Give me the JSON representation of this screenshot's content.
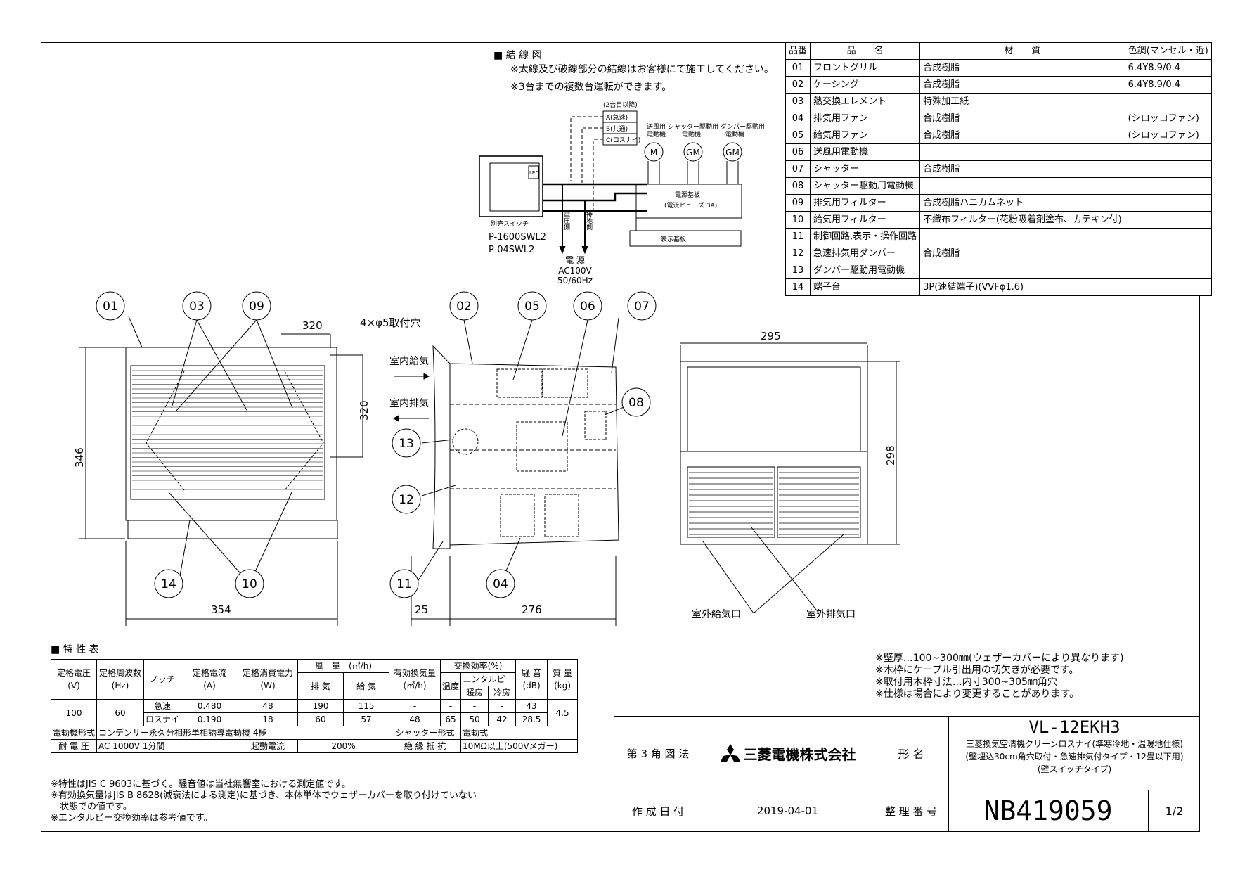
{
  "wiring": {
    "heading": "■ 結 線 図",
    "note1": "※太線及び破線部分の結線はお客様にて施工してください。",
    "note2": "※3台までの複数台運転ができます。",
    "second_unit": "(2台目以降)",
    "term_a": "A(急速)",
    "term_b": "B(共通)",
    "term_c": "C(ロスナイ)",
    "motor_label1": "送風用",
    "motor_label1b": "電動機",
    "motor_label2": "シャッター駆動用",
    "motor_label2b": "電動機",
    "motor_label3": "ダンパー駆動用",
    "motor_label3b": "電動機",
    "m": "M",
    "gm": "GM",
    "board": "電源基板",
    "fuse": "(電流ヒューズ 3A)",
    "display_board": "表示基板",
    "switch": "別売スイッチ",
    "led": "LED",
    "model1": "P-1600SWL2",
    "model2": "P-04SWL2",
    "pressure_side": "電圧側",
    "ground_side": "接地側",
    "power": "電 源",
    "ac": "AC100V",
    "hz": "50/60Hz"
  },
  "parts": {
    "headers": [
      "品番",
      "品　　名",
      "材　　質",
      "色調(マンセル・近)"
    ],
    "rows": [
      [
        "01",
        "フロントグリル",
        "合成樹脂",
        "6.4Y8.9/0.4"
      ],
      [
        "02",
        "ケーシング",
        "合成樹脂",
        "6.4Y8.9/0.4"
      ],
      [
        "03",
        "熱交換エレメント",
        "特殊加工紙",
        ""
      ],
      [
        "04",
        "排気用ファン",
        "合成樹脂",
        "(シロッコファン)"
      ],
      [
        "05",
        "給気用ファン",
        "合成樹脂",
        "(シロッコファン)"
      ],
      [
        "06",
        "送風用電動機",
        "",
        ""
      ],
      [
        "07",
        "シャッター",
        "合成樹脂",
        ""
      ],
      [
        "08",
        "シャッター駆動用電動機",
        "",
        ""
      ],
      [
        "09",
        "排気用フィルター",
        "合成樹脂ハニカムネット",
        ""
      ],
      [
        "10",
        "給気用フィルター",
        "不織布フィルター(花粉吸着剤塗布、カテキン付)",
        ""
      ],
      [
        "11",
        "制御回路,表示・操作回路",
        "",
        ""
      ],
      [
        "12",
        "急速排気用ダンパー",
        "合成樹脂",
        ""
      ],
      [
        "13",
        "ダンパー駆動用電動機",
        "",
        ""
      ],
      [
        "14",
        "端子台",
        "3P(速結端子)(VVFφ1.6)",
        ""
      ]
    ]
  },
  "drawing": {
    "callouts": [
      "01",
      "03",
      "09",
      "02",
      "05",
      "06",
      "07",
      "08",
      "13",
      "12",
      "11",
      "04",
      "14",
      "10"
    ],
    "dim_320h": "320",
    "mount_holes": "4×φ5取付穴",
    "dim_320v": "320",
    "dim_346": "346",
    "dim_354": "354",
    "dim_25": "25",
    "dim_276": "276",
    "dim_295": "295",
    "dim_298": "298",
    "indoor_supply": "室内給気",
    "indoor_exhaust": "室内排気",
    "outdoor_supply": "室外給気口",
    "outdoor_exhaust": "室外排気口"
  },
  "notes_right": [
    "※壁厚…100~300㎜(ウェザーカバーにより異なります)",
    "※木枠にケーブル引出用の切欠きが必要です。",
    "※取付用木枠寸法…内寸300~305㎜角穴",
    "※仕様は場合により変更することがあります。"
  ],
  "spec": {
    "heading": "■ 特 性 表",
    "h_voltage": "定格電圧",
    "h_voltage_u": "(V)",
    "h_freq": "定格周波数",
    "h_freq_u": "(Hz)",
    "h_notch": "ノッチ",
    "h_current": "定格電流",
    "h_current_u": "(A)",
    "h_power": "定格消費電力",
    "h_power_u": "(W)",
    "h_airflow": "風　量　(㎥/h)",
    "h_exhaust": "排 気",
    "h_supply": "給 気",
    "h_effective": "有効換気量",
    "h_effective_u": "(㎥/h)",
    "h_efficiency": "交換効率(%)",
    "h_temp": "温度",
    "h_enthalpy": "エンタルピー",
    "h_heating": "暖房",
    "h_cooling": "冷房",
    "h_noise": "騒 音",
    "h_noise_u": "(dB)",
    "h_mass": "質 量",
    "h_mass_u": "(kg)",
    "voltage": "100",
    "freq": "60",
    "mass": "4.5",
    "rows": [
      {
        "notch": "急速",
        "current": "0.480",
        "power": "48",
        "exhaust": "190",
        "supply": "115",
        "effective": "-",
        "temp": "-",
        "heating": "-",
        "cooling": "-",
        "noise": "43"
      },
      {
        "notch": "ロスナイ",
        "current": "0.190",
        "power": "18",
        "exhaust": "60",
        "supply": "57",
        "effective": "48",
        "temp": "65",
        "heating": "50",
        "cooling": "42",
        "noise": "28.5"
      }
    ],
    "motor_type_label": "電動機形式",
    "motor_type": "コンデンサー永久分相形単相誘導電動機 4極",
    "shutter_type_label": "シャッター形式",
    "shutter_type": "電動式",
    "withstand_label": "耐 電 圧",
    "withstand": "AC 1000V 1分間",
    "start_current_label": "起動電流",
    "start_current": "200%",
    "insulation_label": "絶 縁 抵 抗",
    "insulation": "10MΩ以上(500Vメガー)"
  },
  "spec_notes": [
    "※特性はJIS C 9603に基づく。騒音値は当社無響室における測定値です。",
    "※有効換気量はJIS B 8628(減衰法による測定)に基づき、本体単体でウェザーカバーを取り付けていない",
    "　状態での値です。",
    "※エンタルピー交換効率は参考値です。"
  ],
  "title_block": {
    "projection": "第 3 角 図 法",
    "company": "三菱電機株式会社",
    "name_label": "形 名",
    "model": "VL-12EKH3",
    "desc1": "三菱換気空清機クリーンロスナイ(準寒冷地・温暖地仕様)",
    "desc2": "(壁埋込30cm角穴取付・急速排気付タイプ・12畳以下用)",
    "desc3": "(壁スイッチタイプ)",
    "date_label": "作 成 日 付",
    "date": "2019-04-01",
    "number_label": "整 理 番 号",
    "number": "NB419059",
    "page": "1/2"
  }
}
